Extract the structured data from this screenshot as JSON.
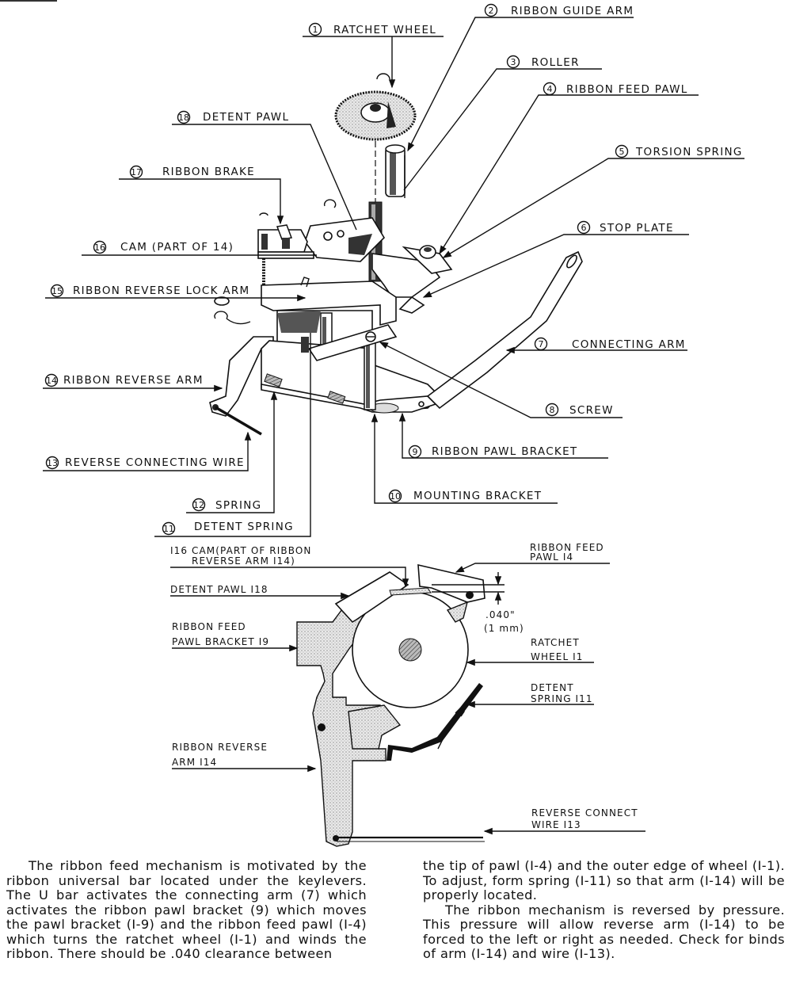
{
  "exploded_view": {
    "callouts": [
      {
        "num": "1",
        "label": "RATCHET WHEEL"
      },
      {
        "num": "2",
        "label": "RIBBON GUIDE ARM"
      },
      {
        "num": "3",
        "label": "ROLLER"
      },
      {
        "num": "4",
        "label": "RIBBON FEED PAWL"
      },
      {
        "num": "5",
        "label": "TORSION SPRING"
      },
      {
        "num": "6",
        "label": "STOP PLATE"
      },
      {
        "num": "7",
        "label": "CONNECTING ARM"
      },
      {
        "num": "8",
        "label": "SCREW"
      },
      {
        "num": "9",
        "label": "RIBBON PAWL BRACKET"
      },
      {
        "num": "10",
        "label": "MOUNTING BRACKET"
      },
      {
        "num": "11",
        "label": "DETENT SPRING"
      },
      {
        "num": "12",
        "label": "SPRING"
      },
      {
        "num": "13",
        "label": "REVERSE CONNECTING WIRE"
      },
      {
        "num": "14",
        "label": "RIBBON REVERSE ARM"
      },
      {
        "num": "15",
        "label": "RIBBON REVERSE LOCK ARM"
      },
      {
        "num": "16",
        "label": "CAM   (PART OF 14)"
      },
      {
        "num": "17",
        "label": "RIBBON BRAKE"
      },
      {
        "num": "18",
        "label": "DETENT PAWL"
      }
    ]
  },
  "section_view": {
    "labels": {
      "cam_line1": "I16 CAM(PART OF RIBBON",
      "cam_line2": "REVERSE ARM  I14)",
      "detent_pawl": "DETENT PAWL  I18",
      "feed_bracket_line1": "RIBBON FEED",
      "feed_bracket_line2": "PAWL BRACKET I9",
      "reverse_arm_line1": "RIBBON REVERSE",
      "reverse_arm_line2": "ARM  I14",
      "feed_pawl_line1": "RIBBON FEED",
      "feed_pawl_line2": "PAWL  I4",
      "clearance_in": ".040\"",
      "clearance_mm": "(1 mm)",
      "ratchet_line1": "RATCHET",
      "ratchet_line2": "WHEEL  I1",
      "detent_spring_line1": "DETENT",
      "detent_spring_line2": "SPRING  I11",
      "wire_line1": "REVERSE CONNECT",
      "wire_line2": "WIRE  I13"
    }
  },
  "body_text": {
    "left_paragraph": "The ribbon feed mechanism is motivated by the ribbon universal bar located under the keylevers. The U bar activates the connecting arm (7) which activates the ribbon pawl bracket (9) which moves the pawl bracket (I-9) and the ribbon feed pawl (I-4) which turns the ratchet wheel (I-1) and winds the ribbon. There should be .040 clearance between",
    "right_continuation": "the tip of pawl (I-4) and the outer edge of wheel (I-1). To adjust, form spring (I-11) so that arm (I-14) will be properly located.",
    "right_paragraph": "The ribbon mechanism is reversed  by pressure. This pressure will allow reverse arm (I-14) to be forced to the left or right as needed. Check for binds of arm (I-14) and wire (I-13)."
  }
}
